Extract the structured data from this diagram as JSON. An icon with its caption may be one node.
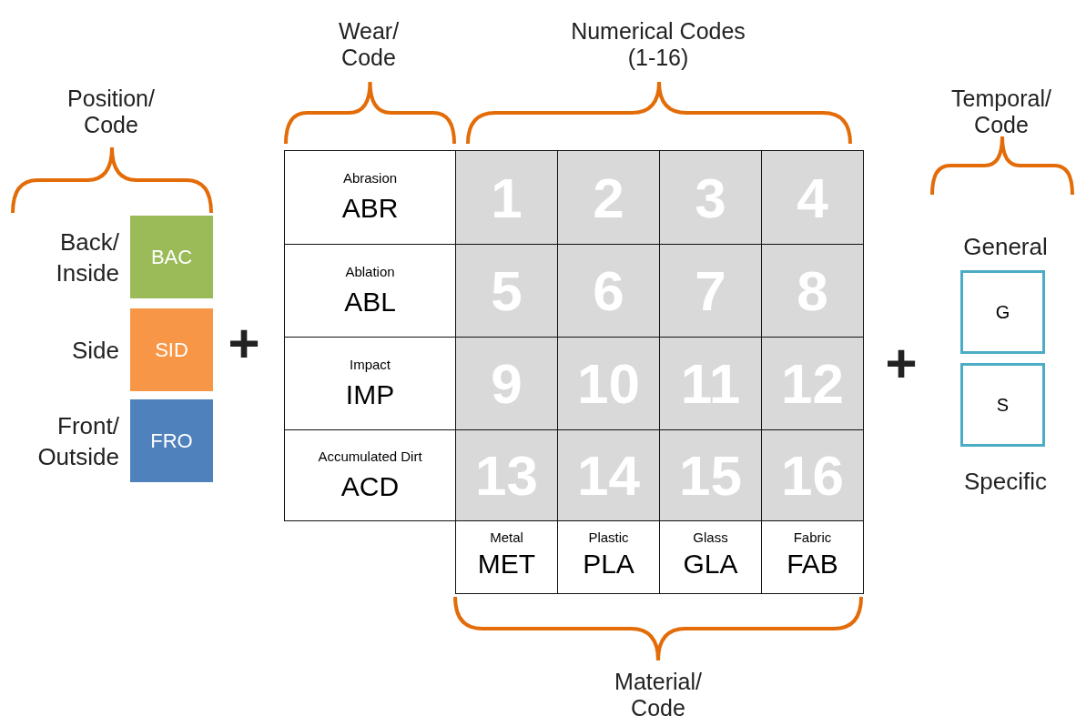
{
  "diagram": {
    "nodes": [
      {
        "text": [
          "BAC"
        ],
        "beside": [
          "Back/ Inside"
        ]
      },
      {
        "text": [
          "SID"
        ],
        "beside": [
          "Side"
        ]
      },
      {
        "text": [
          "FRO"
        ],
        "beside": [
          "Front/ Outside"
        ]
      },
      {
        "text": [
          "Abrasion",
          "ABR"
        ]
      },
      {
        "text": [
          "Ablation",
          "ABL"
        ]
      },
      {
        "text": [
          "Impact",
          "IMP"
        ]
      },
      {
        "text": [
          "Accumulated Dirt",
          "ACD"
        ]
      },
      {
        "text": [
          "1"
        ]
      },
      {
        "text": [
          "2"
        ]
      },
      {
        "text": [
          "3"
        ]
      },
      {
        "text": [
          "4"
        ]
      },
      {
        "text": [
          "5"
        ]
      },
      {
        "text": [
          "6"
        ]
      },
      {
        "text": [
          "7"
        ]
      },
      {
        "text": [
          "8"
        ]
      },
      {
        "text": [
          "9"
        ]
      },
      {
        "text": [
          "10"
        ]
      },
      {
        "text": [
          "11"
        ]
      },
      {
        "text": [
          "12"
        ]
      },
      {
        "text": [
          "13"
        ]
      },
      {
        "text": [
          "14"
        ]
      },
      {
        "text": [
          "15"
        ]
      },
      {
        "text": [
          "16"
        ]
      },
      {
        "text": [
          "Metal",
          "MET"
        ]
      },
      {
        "text": [
          "Plastic",
          "PLA"
        ]
      },
      {
        "text": [
          "Glass",
          "GLA"
        ]
      },
      {
        "text": [
          "Fabric",
          "FAB"
        ]
      },
      {
        "text": [
          "G"
        ],
        "beside": [
          "General"
        ]
      },
      {
        "text": [
          "S"
        ],
        "beside": [
          "Specific"
        ]
      }
    ],
    "labels": [
      "Position/ Code",
      "Wear/ Code",
      "Numerical Codes (1-16)",
      "Temporal/ Code",
      "+",
      "+",
      "Material/ Code"
    ]
  }
}
